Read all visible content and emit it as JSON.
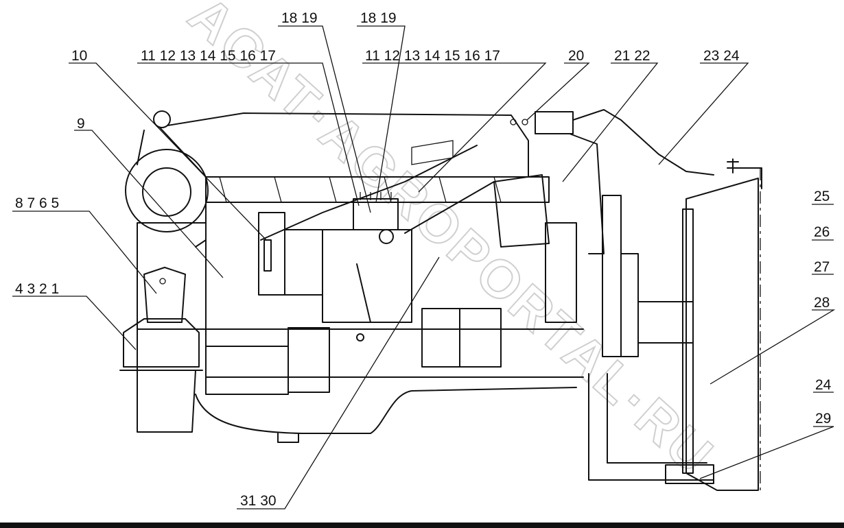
{
  "labels": {
    "g_8765": "8 7 6 5",
    "g_4321": "4 3 2 1",
    "n9": "9",
    "n10": "10",
    "g_11_17_left": "11 12 13 14 15 16 17",
    "g_1819_left": "18 19",
    "g_1819_right": "18 19",
    "g_11_17_right": "11 12 13 14 15 16 17",
    "n20": "20",
    "g_2122": "21 22",
    "g_2324": "23 24",
    "n25": "25",
    "n26": "26",
    "n27": "27",
    "n28": "28",
    "n24": "24",
    "n29": "29",
    "g_3130": "31 30"
  },
  "watermark": "ACAT·AGROPORTAL·RU",
  "colors": {
    "ink": "#111111",
    "watermark": "#cfcfcf",
    "paper": "#ffffff"
  }
}
